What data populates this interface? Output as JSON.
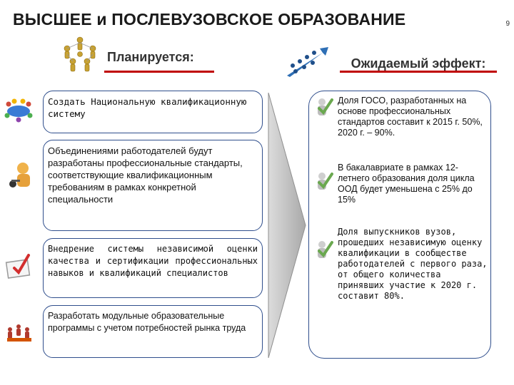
{
  "header": {
    "title": "ВЫСШЕЕ  и ПОСЛЕВУЗОВСКОЕ ОБРАЗОВАНИЕ",
    "page_number": "9"
  },
  "plan": {
    "label": "Планируется:",
    "items": [
      "Создать Национальную квалификационную систему",
      "Объединениями работодателей будут разработаны профессиональные стандарты, соответствующие квалификационным требованиям в рамках конкретной специальности",
      "Внедрение системы независимой оценки качества и сертификации профессиональных навыков и квалификаций специалистов",
      "Разработать модульные образовательные программы с учетом потребностей рынка труда"
    ]
  },
  "effect": {
    "label": "Ожидаемый эффект:",
    "items": [
      "Доля ГОСО, разработанных на основе профессиональных стандартов составит к 2015 г. 50%, 2020 г. – 90%.",
      "В бакалавриате в рамках 12-летнего образования доля цикла ООД будет уменьшена с 25% до 15%",
      "Доля выпускников вузов, прошедших независимую оценку квалификации в сообществе работодателей с первого раза, от общего количества принявших участие к 2020 г. составит 80%."
    ]
  },
  "colors": {
    "accent_line": "#c00000",
    "box_border": "#2f4e8c",
    "check_green": "#6aa84f"
  }
}
